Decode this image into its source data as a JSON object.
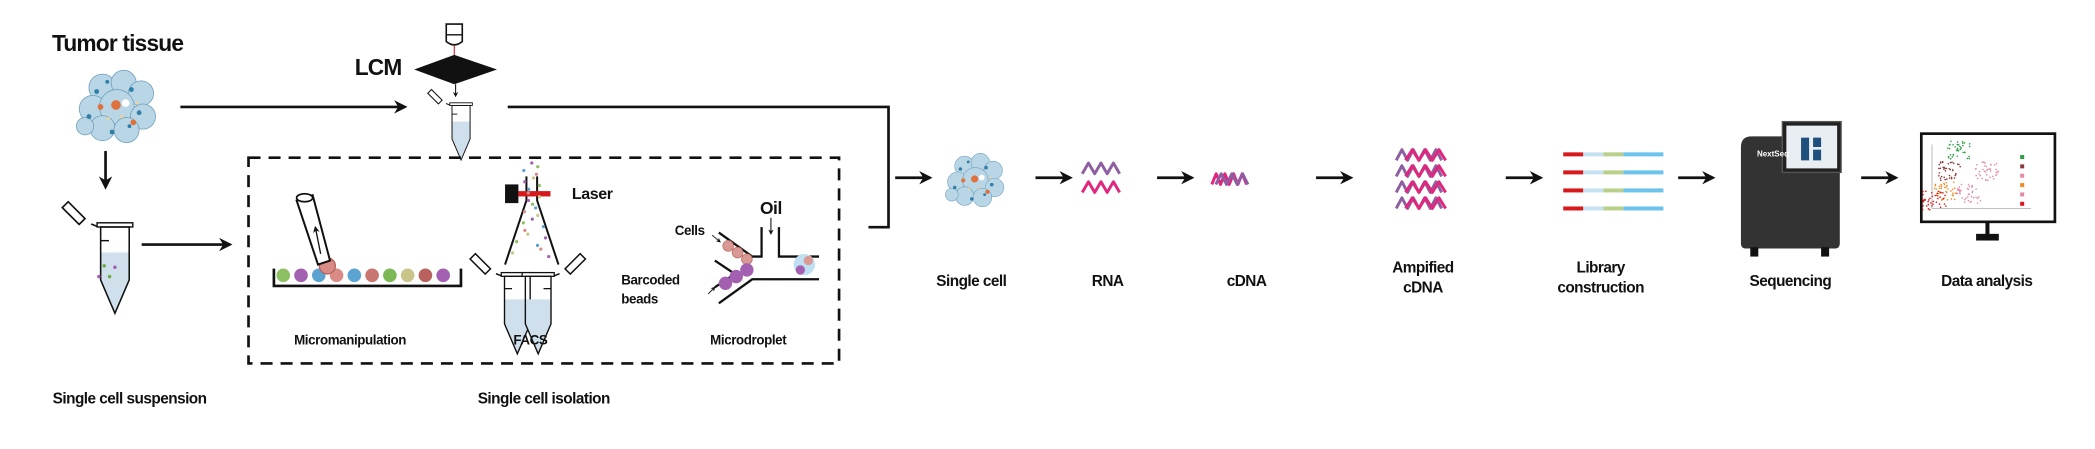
{
  "left": {
    "tumor_tissue": "Tumor tissue",
    "lcm": "LCM",
    "single_cell_suspension": "Single cell suspension",
    "single_cell_isolation": "Single cell isolation",
    "methods": {
      "micromanipulation": "Micromanipulation",
      "facs": "FACS",
      "laser": "Laser",
      "microdroplet": "Microdroplet",
      "oil": "Oil",
      "cells": "Cells",
      "barcoded": "Barcoded",
      "beads": "beads"
    }
  },
  "pipeline": {
    "single_cell": "Single cell",
    "rna": "RNA",
    "cdna": "cDNA",
    "amplified_line1": "Ampified",
    "amplified_line2": "cDNA",
    "library_line1": "Library",
    "library_line2": "construction",
    "sequencing": "Sequencing",
    "sequencer_brand": "NextSeq",
    "data_analysis": "Data analysis"
  },
  "colors": {
    "rna_purple": "#8e5ea2",
    "rna_pink": "#e0267d",
    "laser_red": "#d7191c",
    "tissue_blue": "#b9d6e6",
    "library_red": "#d7191c",
    "library_light": "#c6e2f2",
    "library_green": "#b8d08a",
    "library_blue": "#6cc3ec",
    "sequencer": "#333333"
  }
}
